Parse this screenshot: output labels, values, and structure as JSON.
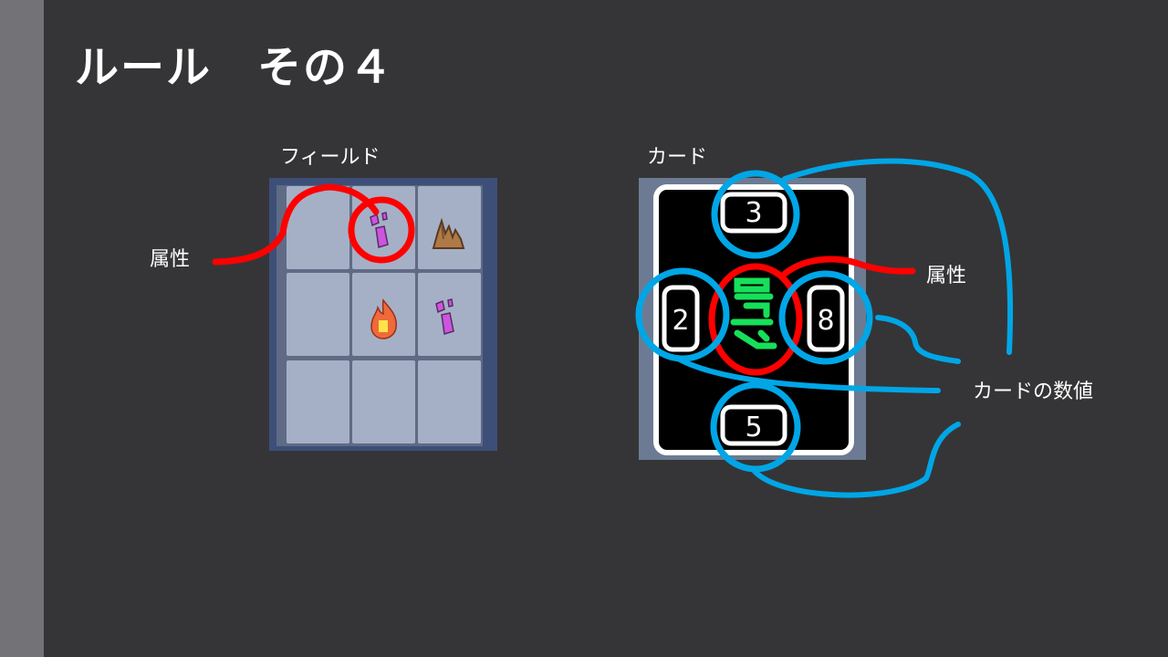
{
  "slide": {
    "title": "ルール　その４"
  },
  "field": {
    "label": "フィールド",
    "cells": [
      {
        "row": 0,
        "col": 0,
        "element": "none"
      },
      {
        "row": 0,
        "col": 1,
        "element": "crystal-icon"
      },
      {
        "row": 0,
        "col": 2,
        "element": "rock-icon"
      },
      {
        "row": 1,
        "col": 0,
        "element": "none"
      },
      {
        "row": 1,
        "col": 1,
        "element": "fire-icon"
      },
      {
        "row": 1,
        "col": 2,
        "element": "crystal-icon"
      },
      {
        "row": 2,
        "col": 0,
        "element": "none"
      },
      {
        "row": 2,
        "col": 1,
        "element": "none"
      },
      {
        "row": 2,
        "col": 2,
        "element": "none"
      }
    ]
  },
  "card": {
    "label": "カード",
    "values": {
      "top": "3",
      "left": "2",
      "right": "8",
      "bottom": "5"
    },
    "element_icon": "wind-icon"
  },
  "annotations": {
    "attribute_left": "属性",
    "attribute_right": "属性",
    "card_values": "カードの数値"
  },
  "colors": {
    "background": "#353537",
    "side_bar": "#737277",
    "highlight_red": "#ff0000",
    "highlight_blue": "#00a6e6",
    "wind_green": "#16e05a"
  }
}
